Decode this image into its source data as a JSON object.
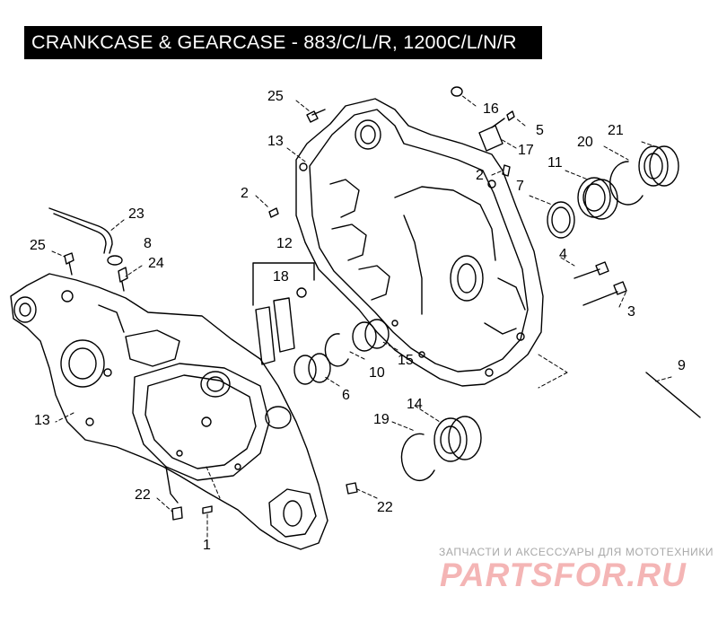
{
  "title": "CRANKCASE & GEARCASE - 883/C/L/R, 1200C/L/N/R",
  "callouts": {
    "c25a": "25",
    "c16": "16",
    "c5": "5",
    "c13a": "13",
    "c17": "17",
    "c21": "21",
    "c20": "20",
    "c11": "11",
    "c2a": "2",
    "c7": "7",
    "c2b": "2",
    "c23": "23",
    "c8": "8",
    "c25b": "25",
    "c24": "24",
    "c12": "12",
    "c18": "18",
    "c4": "4",
    "c3": "3",
    "c13b": "13",
    "c10": "10",
    "c15": "15",
    "c6": "6",
    "c9": "9",
    "c14": "14",
    "c19": "19",
    "c22a": "22",
    "c22b": "22",
    "c1": "1"
  },
  "watermark": {
    "tagline": "ЗАПЧАСТИ И АКСЕССУАРЫ ДЛЯ МОТОТЕХНИКИ",
    "logo": "PARTSFOR.RU"
  },
  "colors": {
    "title_bg": "#000000",
    "title_fg": "#ffffff",
    "watermark_logo": "#f4b5b5",
    "watermark_text": "#a8a8a8"
  }
}
